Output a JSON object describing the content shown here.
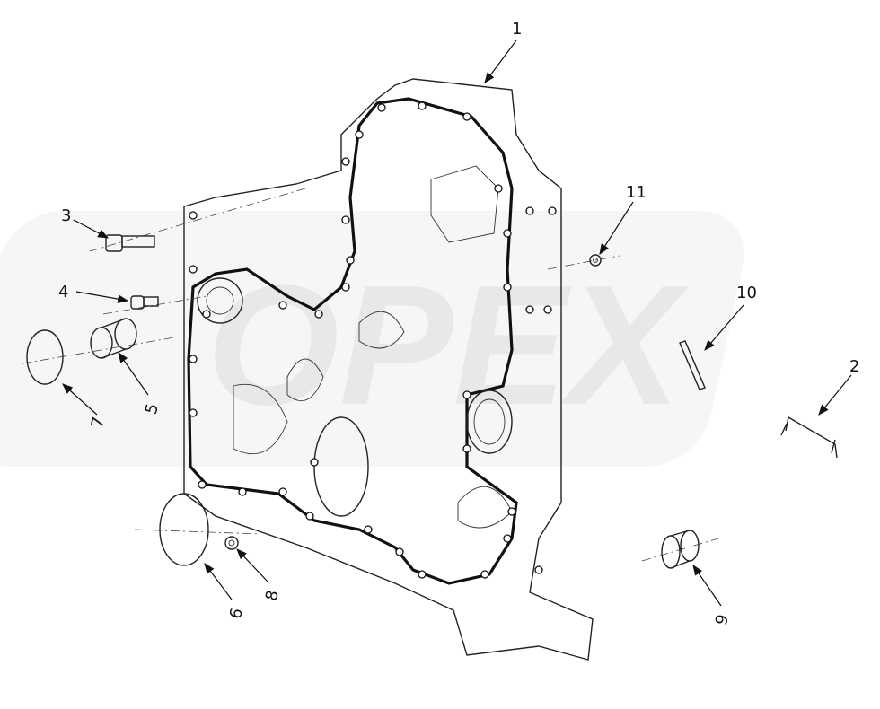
{
  "watermark": "OPEX",
  "callouts": [
    {
      "id": "1",
      "label": "1",
      "part": "front-gear-cover"
    },
    {
      "id": "2",
      "label": "2",
      "part": "lifting-bracket"
    },
    {
      "id": "3",
      "label": "3",
      "part": "bolt"
    },
    {
      "id": "4",
      "label": "4",
      "part": "bolt-short"
    },
    {
      "id": "5",
      "label": "5",
      "part": "sleeve"
    },
    {
      "id": "6",
      "label": "6",
      "part": "o-ring-large"
    },
    {
      "id": "7",
      "label": "7",
      "part": "o-ring"
    },
    {
      "id": "8",
      "label": "8",
      "part": "nut"
    },
    {
      "id": "9",
      "label": "9",
      "part": "seal-bushing"
    },
    {
      "id": "10",
      "label": "10",
      "part": "pin"
    },
    {
      "id": "11",
      "label": "11",
      "part": "nut-small"
    }
  ]
}
